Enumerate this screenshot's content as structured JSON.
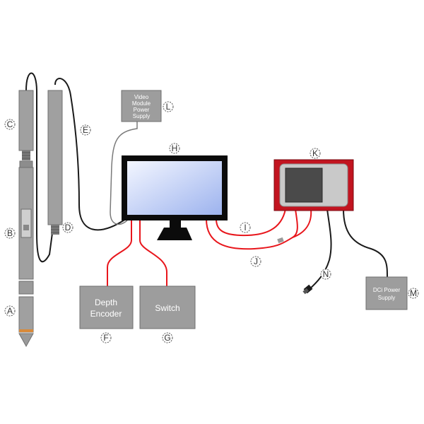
{
  "colors": {
    "cable_red": "#e8161c",
    "cable_black": "#1a1a1a",
    "module_gray": "#9d9d9d",
    "module_border": "#6f6f6f",
    "monitor_black": "#0b0b0b",
    "screen_light": "#eef3ff",
    "screen_blue": "#a9bdf0",
    "unit_red": "#c21420",
    "unit_panel": "#c9c9c9",
    "unit_screen": "#4a4a4a"
  },
  "boxes": {
    "video_module_power_supply": {
      "lines": [
        "Video",
        "Module",
        "Power",
        "Supply"
      ]
    },
    "depth_encoder": {
      "lines": [
        "Depth",
        "Encoder"
      ]
    },
    "switch": {
      "lines": [
        "Switch"
      ]
    },
    "dci_power_supply": {
      "lines": [
        "DCi Power",
        "Supply"
      ]
    }
  },
  "callouts": {
    "A": "A",
    "B": "B",
    "C": "C",
    "D": "D",
    "E": "E",
    "F": "F",
    "G": "G",
    "H": "H",
    "I": "I",
    "J": "J",
    "K": "K",
    "L": "L",
    "M": "M",
    "N": "N"
  }
}
